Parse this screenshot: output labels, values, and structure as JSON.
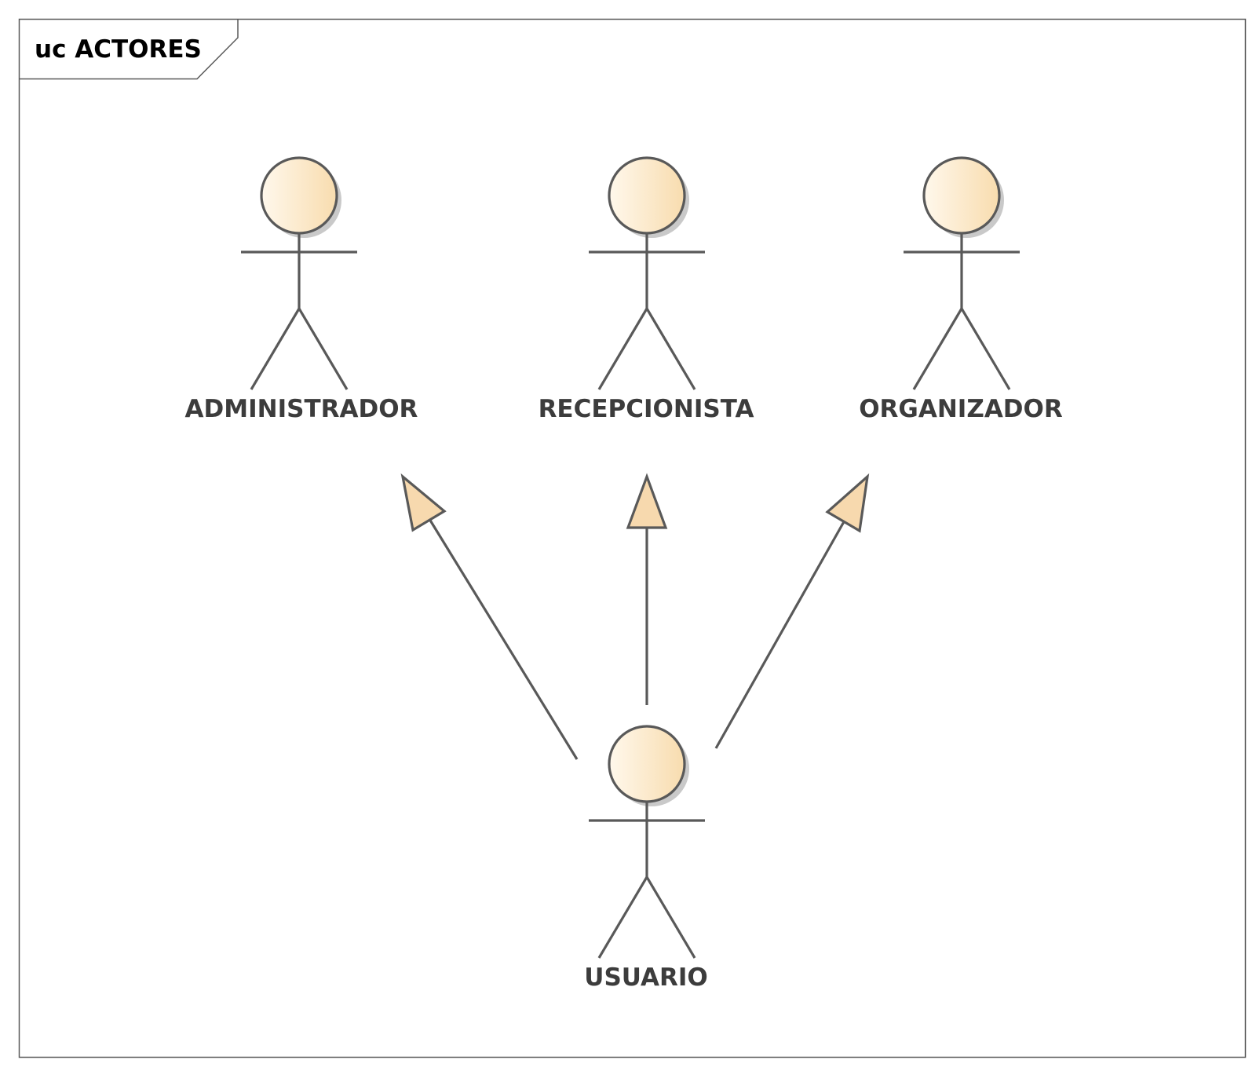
{
  "frame": {
    "title": "uc ACTORES"
  },
  "actors": [
    {
      "id": "administrador",
      "name": "ADMINISTRADOR"
    },
    {
      "id": "recepcionista",
      "name": "RECEPCIONISTA"
    },
    {
      "id": "organizador",
      "name": "ORGANIZADOR"
    },
    {
      "id": "usuario",
      "name": "USUARIO"
    }
  ],
  "generalizations": [
    {
      "from": "usuario",
      "to": "administrador"
    },
    {
      "from": "usuario",
      "to": "recepcionista"
    },
    {
      "from": "usuario",
      "to": "organizador"
    }
  ],
  "colors": {
    "head_light": "#fff8ec",
    "head_dark": "#f8dcae",
    "arrowhead_fill": "#f7d9ae",
    "line": "#595959",
    "label": "#3c3c3c"
  }
}
